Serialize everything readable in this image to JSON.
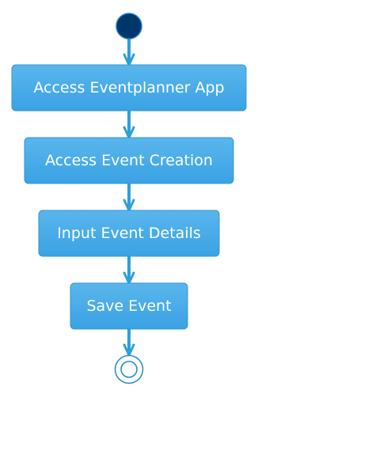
{
  "diagram": {
    "type": "activity-diagram",
    "colors": {
      "start_node_fill": "#00376b",
      "start_node_stroke": "#1a7fc1",
      "action_fill_top": "#5ab6ec",
      "action_fill_bottom": "#3aa2e4",
      "action_stroke": "#2f96d6",
      "action_text": "#ffffff",
      "flow_color": "#2c9fd9",
      "end_node_stroke": "#1e88c7"
    },
    "start_node": {
      "shape": "filled-circle"
    },
    "actions": [
      {
        "id": "access-eventplanner-app",
        "label": "Access Eventplanner App"
      },
      {
        "id": "access-event-creation",
        "label": "Access Event Creation"
      },
      {
        "id": "input-event-details",
        "label": "Input Event Details"
      },
      {
        "id": "save-event",
        "label": "Save Event"
      }
    ],
    "end_node": {
      "shape": "bullseye-circle"
    },
    "flows": [
      {
        "from": "start",
        "to": "access-eventplanner-app"
      },
      {
        "from": "access-eventplanner-app",
        "to": "access-event-creation"
      },
      {
        "from": "access-event-creation",
        "to": "input-event-details"
      },
      {
        "from": "input-event-details",
        "to": "save-event"
      },
      {
        "from": "save-event",
        "to": "end"
      }
    ]
  }
}
